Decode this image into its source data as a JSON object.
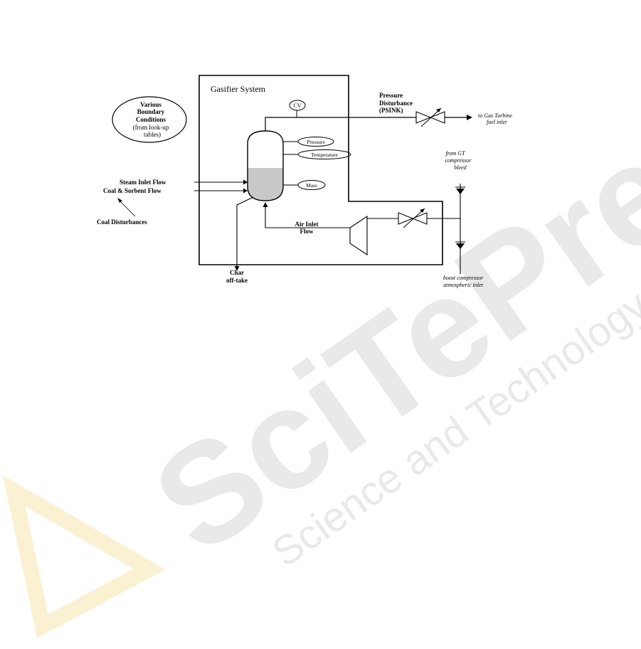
{
  "diagram": {
    "system_title": "Gasifier System",
    "boundary_note": [
      "Various",
      "Boundary",
      "Conditions",
      "(from look-up",
      "tables)"
    ],
    "cv_label": "CV",
    "instruments": {
      "pressure": "Pressure",
      "temperature": "Temperature",
      "mass": "Mass"
    },
    "pressure_disturbance": [
      "Pressure",
      "Disturbance",
      "(PSINK)"
    ],
    "gas_turbine_outlet": [
      "to Gas Turbine",
      "fuel inlet"
    ],
    "gt_bleed": [
      "from GT",
      "compressor",
      "bleed"
    ],
    "boost_inlet": [
      "boost compressor",
      "atmospheric inlet"
    ],
    "steam_inlet": "Steam Inlet Flow",
    "coal_sorbent": "Coal & Sorbent Flow",
    "coal_disturbances": "Coal Disturbances",
    "air_inlet": [
      "Air Inlet",
      "Flow"
    ],
    "char_offtake": [
      "Char",
      "off-take"
    ]
  },
  "watermark": {
    "logo_text": "SciTePress",
    "tagline": "Science and Technology Publications"
  },
  "colors": {
    "line": "#000000",
    "fill_level": "#c8c8c8",
    "watermark": "#d0d0d0"
  }
}
